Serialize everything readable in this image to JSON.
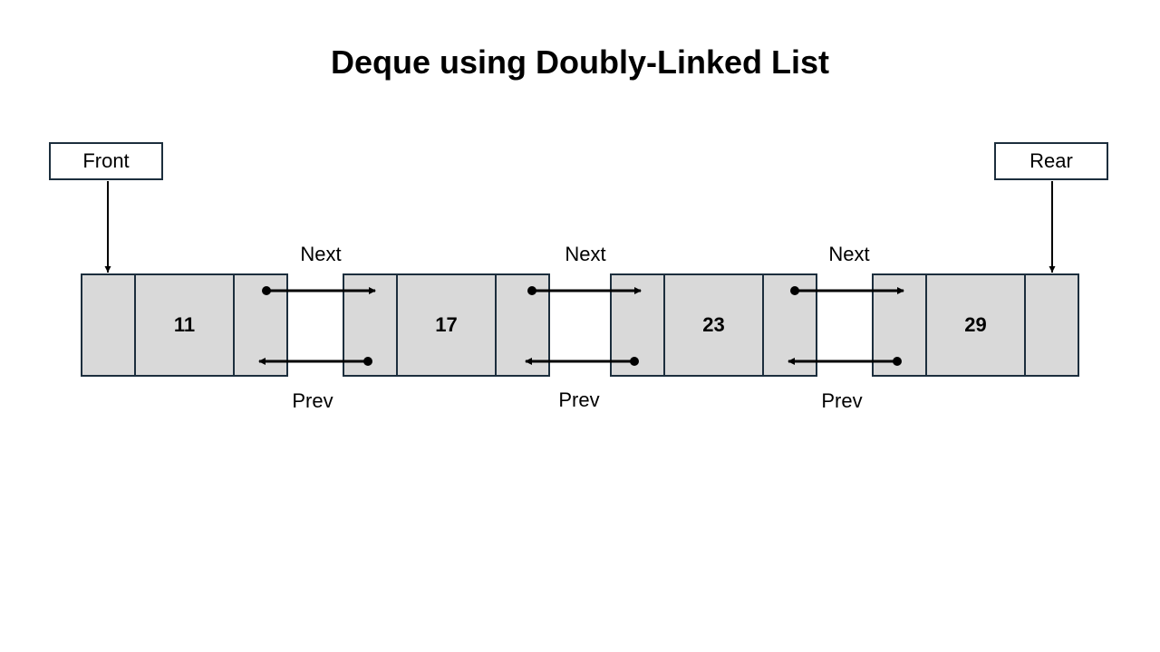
{
  "title": "Deque using Doubly-Linked List",
  "pointers": {
    "front": "Front",
    "rear": "Rear"
  },
  "nodes": [
    {
      "value": "11"
    },
    {
      "value": "17"
    },
    {
      "value": "23"
    },
    {
      "value": "29"
    }
  ],
  "links": [
    {
      "next_label": "Next",
      "prev_label": "Prev"
    },
    {
      "next_label": "Next",
      "prev_label": "Prev"
    },
    {
      "next_label": "Next",
      "prev_label": "Prev"
    }
  ],
  "colors": {
    "node_fill": "#d9d9d9",
    "border": "#1c2e3d",
    "arrow": "#000000"
  }
}
